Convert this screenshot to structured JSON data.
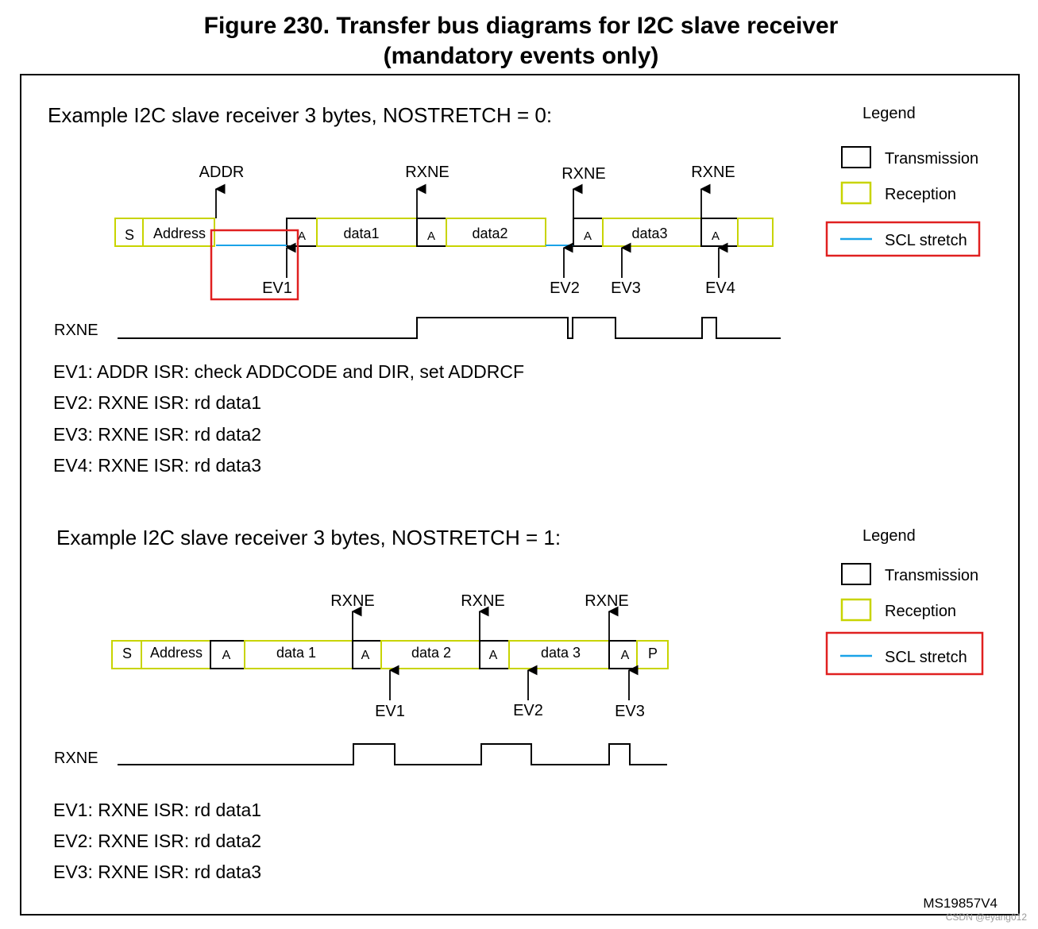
{
  "figure": {
    "title_line1": "Figure 230. Transfer bus diagrams for I2C slave receiver",
    "title_line2": "(mandatory events only)",
    "ref": "MS19857V4",
    "watermark": "CSDN @eyang012"
  },
  "colors": {
    "reception": "#c8d400",
    "transmission": "#000000",
    "stretch": "#1aa3e8",
    "highlight": "#e02020"
  },
  "legend": {
    "title": "Legend",
    "transmission": "Transmission",
    "reception": "Reception",
    "stretch": "SCL stretch"
  },
  "example1": {
    "heading": "Example I2C slave receiver 3 bytes, NOSTRETCH = 0:",
    "frame": [
      "S",
      "Address",
      "A",
      "data1",
      "A",
      "data2",
      "A",
      "data3",
      "A"
    ],
    "flags": [
      "ADDR",
      "RXNE",
      "RXNE",
      "RXNE"
    ],
    "events": [
      "EV1",
      "EV2",
      "EV3",
      "EV4"
    ],
    "signal_label": "RXNE",
    "notes": [
      "EV1: ADDR ISR: check ADDCODE and DIR, set ADDRCF",
      "EV2: RXNE ISR: rd data1",
      "EV3: RXNE ISR: rd data2",
      "EV4: RXNE ISR: rd data3"
    ]
  },
  "example2": {
    "heading": "Example I2C slave receiver 3 bytes, NOSTRETCH = 1:",
    "frame": [
      "S",
      "Address",
      "A",
      "data 1",
      "A",
      "data 2",
      "A",
      "data 3",
      "A",
      "P"
    ],
    "flags": [
      "RXNE",
      "RXNE",
      "RXNE"
    ],
    "events": [
      "EV1",
      "EV2",
      "EV3"
    ],
    "signal_label": "RXNE",
    "notes": [
      "EV1: RXNE ISR: rd data1",
      "EV2: RXNE ISR: rd data2",
      "EV3: RXNE ISR: rd data3"
    ]
  }
}
